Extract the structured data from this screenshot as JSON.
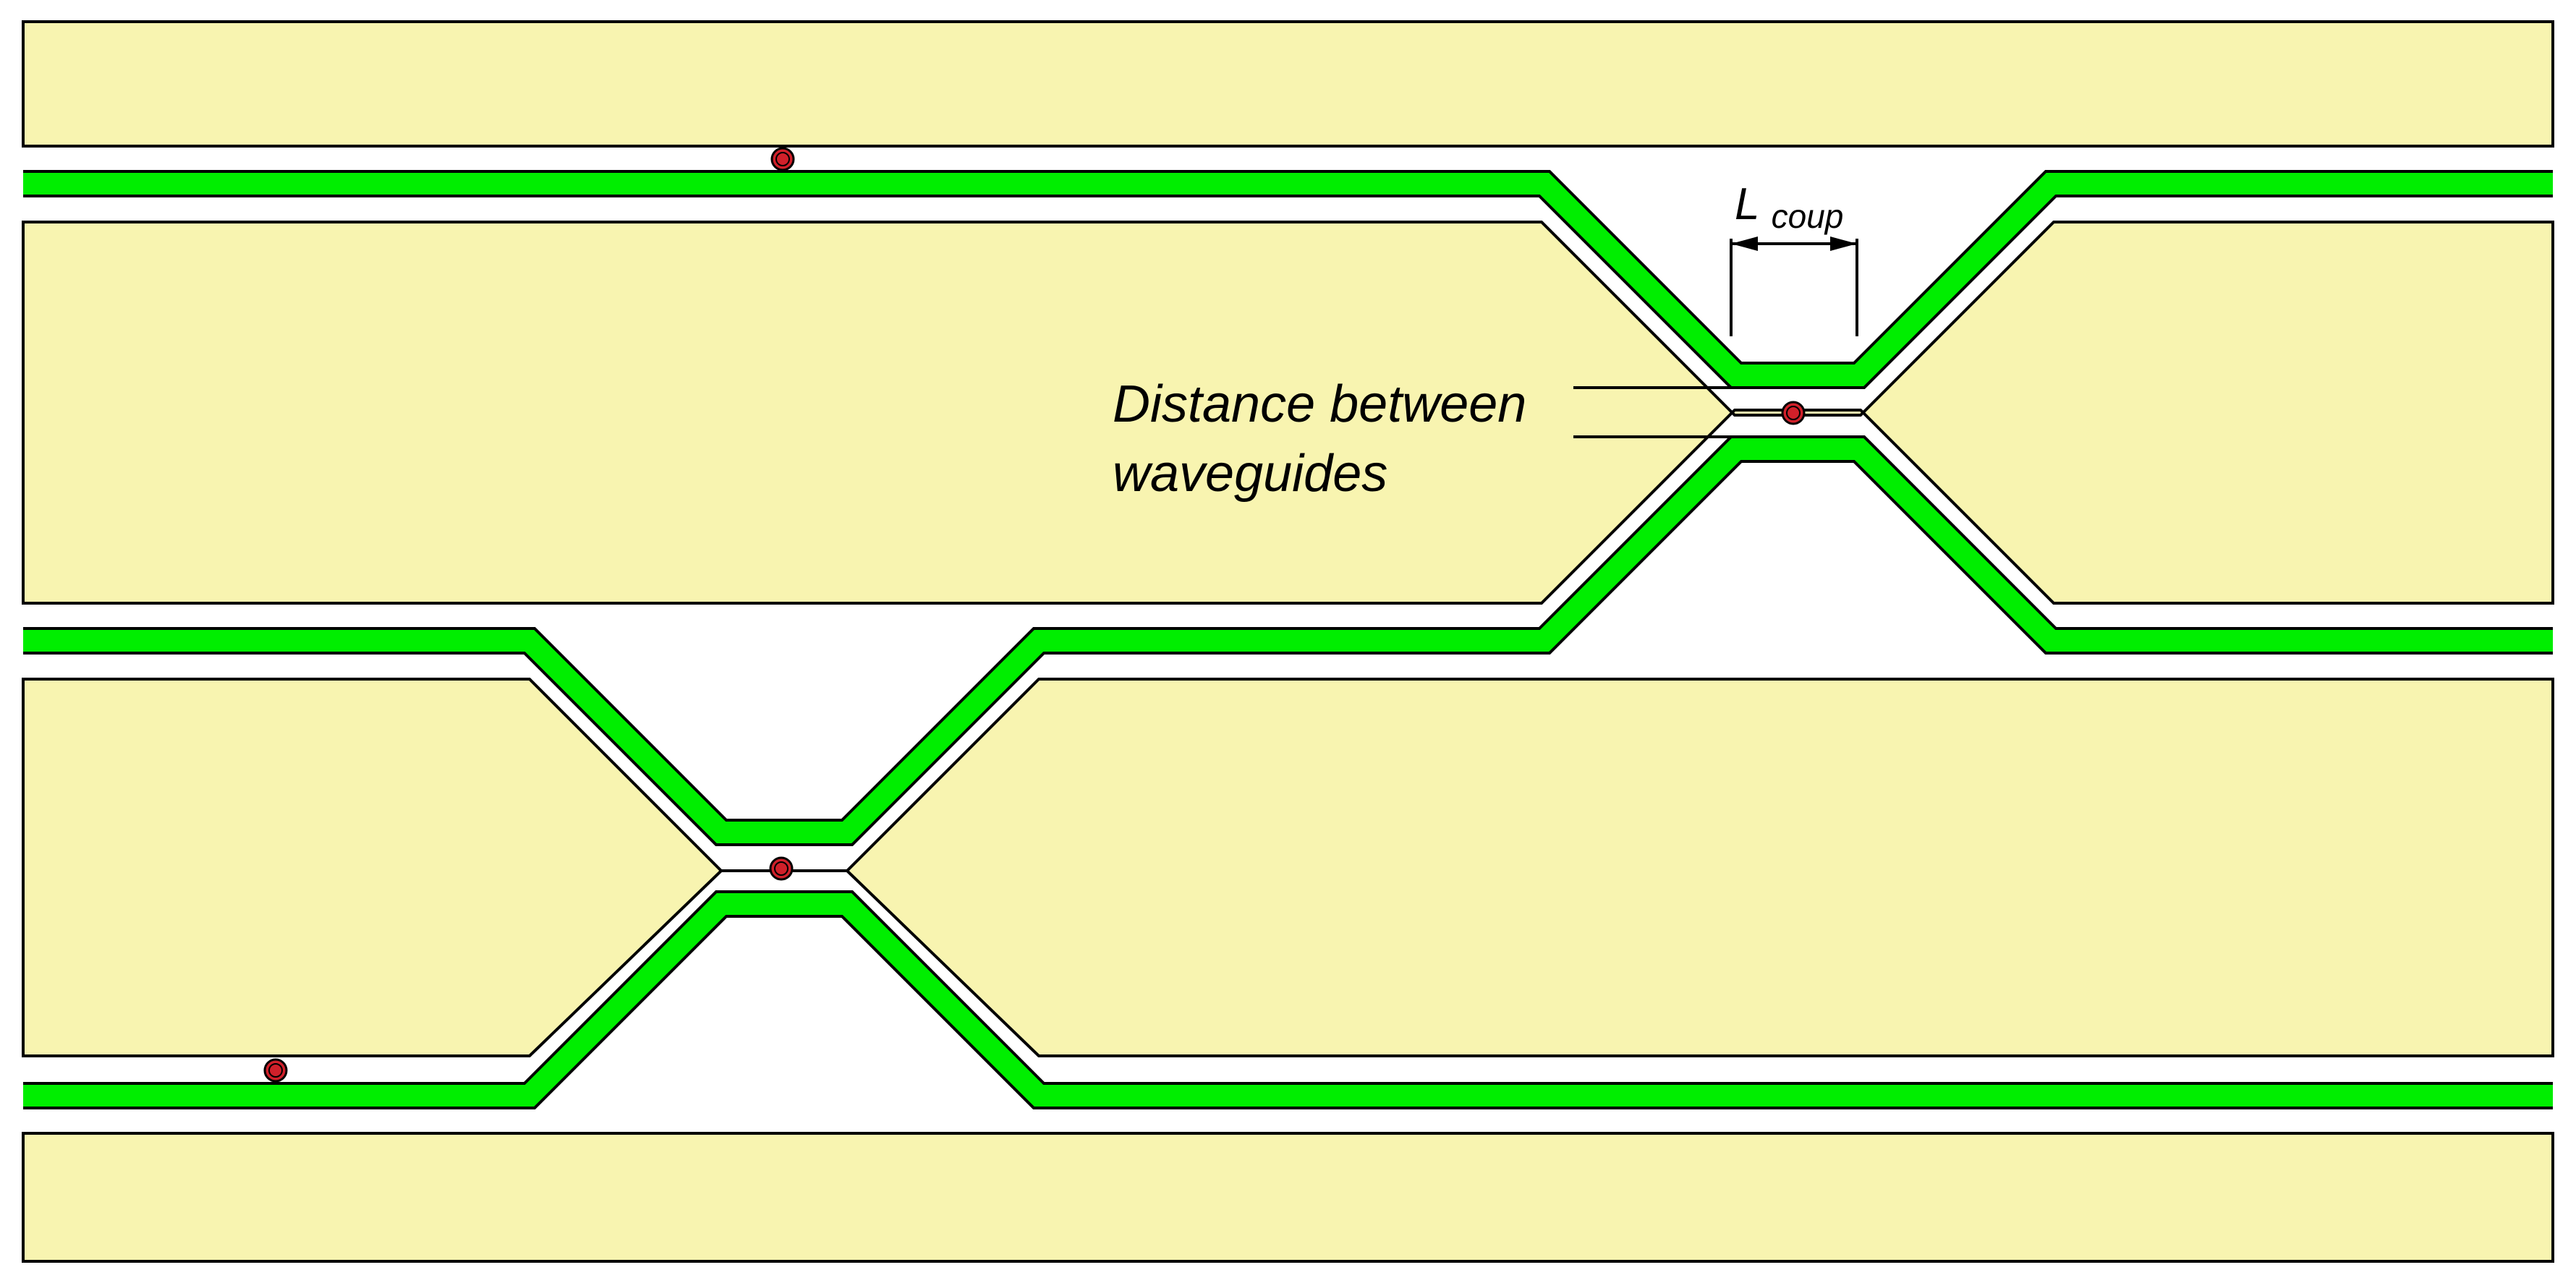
{
  "colors": {
    "cladding": "#f8f4b0",
    "core": "#00ee00",
    "outline": "#000000",
    "particle": "#d0202a"
  },
  "labels": {
    "coupling_length_symbol": "L",
    "coupling_length_subscript": "coup",
    "distance_line1": "Distance between",
    "distance_line2": "waveguides"
  }
}
